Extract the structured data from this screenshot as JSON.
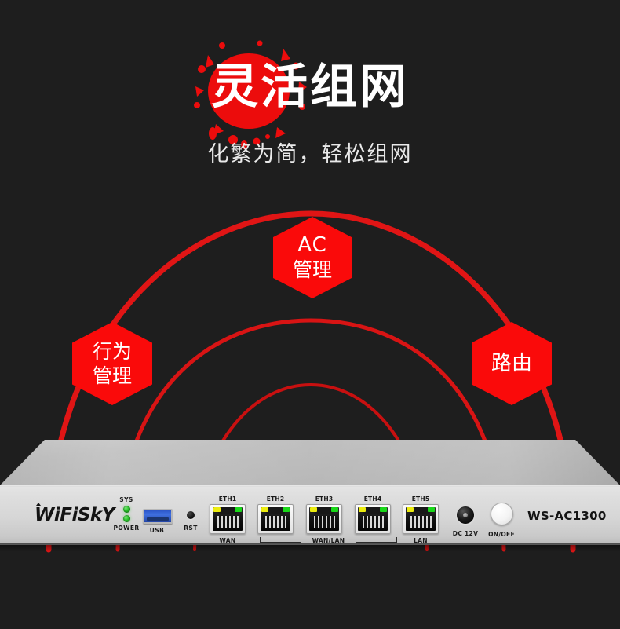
{
  "background_color": "#1e1e1e",
  "accent_color": "#fa0a0a",
  "hero": {
    "headline": "灵活组网",
    "subheadline": "化繁为简，轻松组网",
    "splatter_name": "red-ink-splatter"
  },
  "nodes": [
    {
      "id": "ac",
      "line1": "AC",
      "line2": "管理"
    },
    {
      "id": "behavior",
      "line1": "行为",
      "line2": "管理"
    },
    {
      "id": "router",
      "line1": "路由",
      "line2": ""
    }
  ],
  "device": {
    "brand_prefix": "WiFi",
    "brand_suffix": "SkY",
    "model": "WS-AC1300",
    "indicators": [
      {
        "label": "SYS",
        "color": "#28c028"
      },
      {
        "label": "POWER",
        "color": "#28c028"
      }
    ],
    "usb": {
      "label": "USB",
      "color": "#2c56c8"
    },
    "reset": {
      "label": "RST"
    },
    "ports": [
      {
        "top": "ETH1",
        "bottom": "WAN"
      },
      {
        "top": "ETH2",
        "bottom": ""
      },
      {
        "top": "ETH3",
        "bottom": ""
      },
      {
        "top": "ETH4",
        "bottom": ""
      },
      {
        "top": "ETH5",
        "bottom": "LAN"
      }
    ],
    "port_group_label": "WAN/LAN",
    "power_jack": {
      "label": "DC 12V"
    },
    "power_button": {
      "label": "ON/OFF"
    },
    "led_yellow": "#ecec10",
    "led_green": "#19d819"
  }
}
